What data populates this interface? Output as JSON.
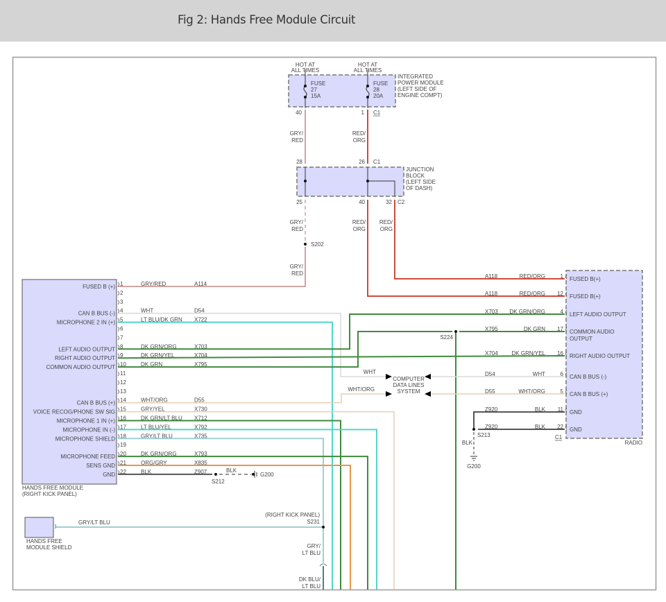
{
  "header": {
    "title": "Fig 2: Hands Free Module Circuit"
  },
  "power": {
    "hot1": [
      "HOT AT",
      "ALL TIMES"
    ],
    "hot2": [
      "HOT AT",
      "ALL TIMES"
    ],
    "fuse27": [
      "FUSE",
      "27",
      "15A"
    ],
    "fuse28": [
      "FUSE",
      "28",
      "20A"
    ],
    "ipm_label": [
      "INTEGRATED",
      "POWER MODULE",
      "(LEFT SIDE OF",
      "ENGINE COMPT)"
    ],
    "ipm_pin_left": "40",
    "ipm_pin_right": "1",
    "ipm_connector": "C1",
    "wire_gry_red": [
      "GRY/",
      "RED"
    ],
    "wire_red_org": [
      "RED/",
      "ORG"
    ]
  },
  "junction": {
    "label": [
      "JUNCTION",
      "BLOCK",
      "(LEFT SIDE",
      "OF DASH)"
    ],
    "pin_top_left": "28",
    "pin_top_right": "26",
    "connector_top": "C1",
    "pin_bot_left": "25",
    "pin_bot_mid": "40",
    "pin_bot_right": "32",
    "connector_bot": "C2",
    "wire_bot_left": [
      "GRY/",
      "RED"
    ],
    "wire_bot_mid": [
      "RED/",
      "ORG"
    ],
    "wire_bot_right": [
      "RED/",
      "ORG"
    ],
    "splice_s202": "S202",
    "wire_after_s202": [
      "GRY/",
      "RED"
    ]
  },
  "hfm": {
    "name": [
      "HANDS FREE MODULE",
      "(RIGHT KICK PANEL)"
    ],
    "pins": [
      {
        "num": "1",
        "func": "FUSED B (+)",
        "color": "GRY/RED",
        "circuit": "A114"
      },
      {
        "num": "2",
        "func": "",
        "color": "",
        "circuit": ""
      },
      {
        "num": "3",
        "func": "",
        "color": "",
        "circuit": ""
      },
      {
        "num": "4",
        "func": "CAN B BUS (-)",
        "color": "WHT",
        "circuit": "D54"
      },
      {
        "num": "5",
        "func": "MICROPHONE 2 IN (+)",
        "color": "LT BLU/DK GRN",
        "circuit": "X722"
      },
      {
        "num": "6",
        "func": "",
        "color": "",
        "circuit": ""
      },
      {
        "num": "7",
        "func": "",
        "color": "",
        "circuit": ""
      },
      {
        "num": "8",
        "func": "LEFT AUDIO OUTPUT",
        "color": "DK GRN/ORG",
        "circuit": "X703"
      },
      {
        "num": "9",
        "func": "RIGHT AUDIO OUTPUT",
        "color": "DK GRN/YEL",
        "circuit": "X704"
      },
      {
        "num": "10",
        "func": "COMMON AUDIO OUTPUT",
        "color": "DK GRN",
        "circuit": "X795"
      },
      {
        "num": "11",
        "func": "",
        "color": "",
        "circuit": ""
      },
      {
        "num": "12",
        "func": "",
        "color": "",
        "circuit": ""
      },
      {
        "num": "13",
        "func": "",
        "color": "",
        "circuit": ""
      },
      {
        "num": "14",
        "func": "CAN B BUS (+)",
        "color": "WHT/ORG",
        "circuit": "D55"
      },
      {
        "num": "15",
        "func": "VOICE RECOG/PHONE SW SIG",
        "color": "GRY/YEL",
        "circuit": "X730"
      },
      {
        "num": "16",
        "func": "MICROPHONE 1 IN (+)",
        "color": "DK GRN/LT BLU",
        "circuit": "X712"
      },
      {
        "num": "17",
        "func": "MICROPHONE IN (-)",
        "color": "LT BLU/YEL",
        "circuit": "X792"
      },
      {
        "num": "18",
        "func": "MICROPHONE SHIELD",
        "color": "GRY/LT BLU",
        "circuit": "X735"
      },
      {
        "num": "19",
        "func": "",
        "color": "",
        "circuit": ""
      },
      {
        "num": "20",
        "func": "MICROPHONE FEED",
        "color": "DK GRN/ORG",
        "circuit": "X793"
      },
      {
        "num": "21",
        "func": "SENS GND",
        "color": "ORG/GRY",
        "circuit": "X835"
      },
      {
        "num": "22",
        "func": "GND",
        "color": "BLK",
        "circuit": "Z907"
      }
    ],
    "gnd_splice": "S212",
    "gnd_wire": "BLK",
    "gnd_ground": "G200"
  },
  "radio": {
    "name": "RADIO",
    "connector": "C1",
    "pins": [
      {
        "num": "1",
        "func": [
          "FUSED B(+)"
        ],
        "color": "RED/ORG",
        "circuit": "A118"
      },
      {
        "num": "12",
        "func": [
          "FUSED B(+)"
        ],
        "color": "RED/ORG",
        "circuit": "A118"
      },
      {
        "num": "4",
        "func": [
          "LEFT AUDIO OUTPUT"
        ],
        "color": "DK GRN/ORG",
        "circuit": "X703"
      },
      {
        "num": "17",
        "func": [
          "COMMON AUDIO",
          "OUTPUT"
        ],
        "color": "DK GRN",
        "circuit": "X795"
      },
      {
        "num": "16",
        "func": [
          "RIGHT AUDIO OUTPUT"
        ],
        "color": "DK GRN/YEL",
        "circuit": "X704"
      },
      {
        "num": "6",
        "func": [
          "CAN B BUS (-)"
        ],
        "color": "WHT",
        "circuit": "D54"
      },
      {
        "num": "5",
        "func": [
          "CAN B BUS (+)"
        ],
        "color": "WHT/ORG",
        "circuit": "D55"
      },
      {
        "num": "11",
        "func": [
          "GND"
        ],
        "color": "BLK",
        "circuit": "Z920"
      },
      {
        "num": "22",
        "func": [
          "GND"
        ],
        "color": "BLK",
        "circuit": "Z920"
      }
    ],
    "splice_s224": "S224",
    "splice_s213": "S213",
    "gnd_wire": "BLK",
    "gnd_ground": "G200"
  },
  "cdl": {
    "label": [
      "COMPUTER",
      "DATA LINES",
      "SYSTEM"
    ],
    "wire_wht": "WHT",
    "wire_wht_org": "WHT/ORG"
  },
  "shield": {
    "name": [
      "HANDS FREE",
      "MODULE SHIELD"
    ],
    "wire": "GRY/LT BLU",
    "location": "(RIGHT KICK PANEL)",
    "splice": "S231",
    "wire_down": [
      "GRY/",
      "LT BLU"
    ],
    "wire_down2": [
      "DK BLU/",
      "LT BLU"
    ]
  },
  "colors": {
    "red_org": "#cf4b3a",
    "gry_red": "#d4a3a3",
    "dk_grn": "#3f8a3f",
    "lt_blu": "#4fd6c8",
    "gry_lt_blu": "#9fd0d6",
    "wht": "#d8d8d8",
    "wht_org": "#e6cfb4",
    "org": "#e8964a",
    "blk": "#555555",
    "module_fill": "#d9dafc"
  }
}
